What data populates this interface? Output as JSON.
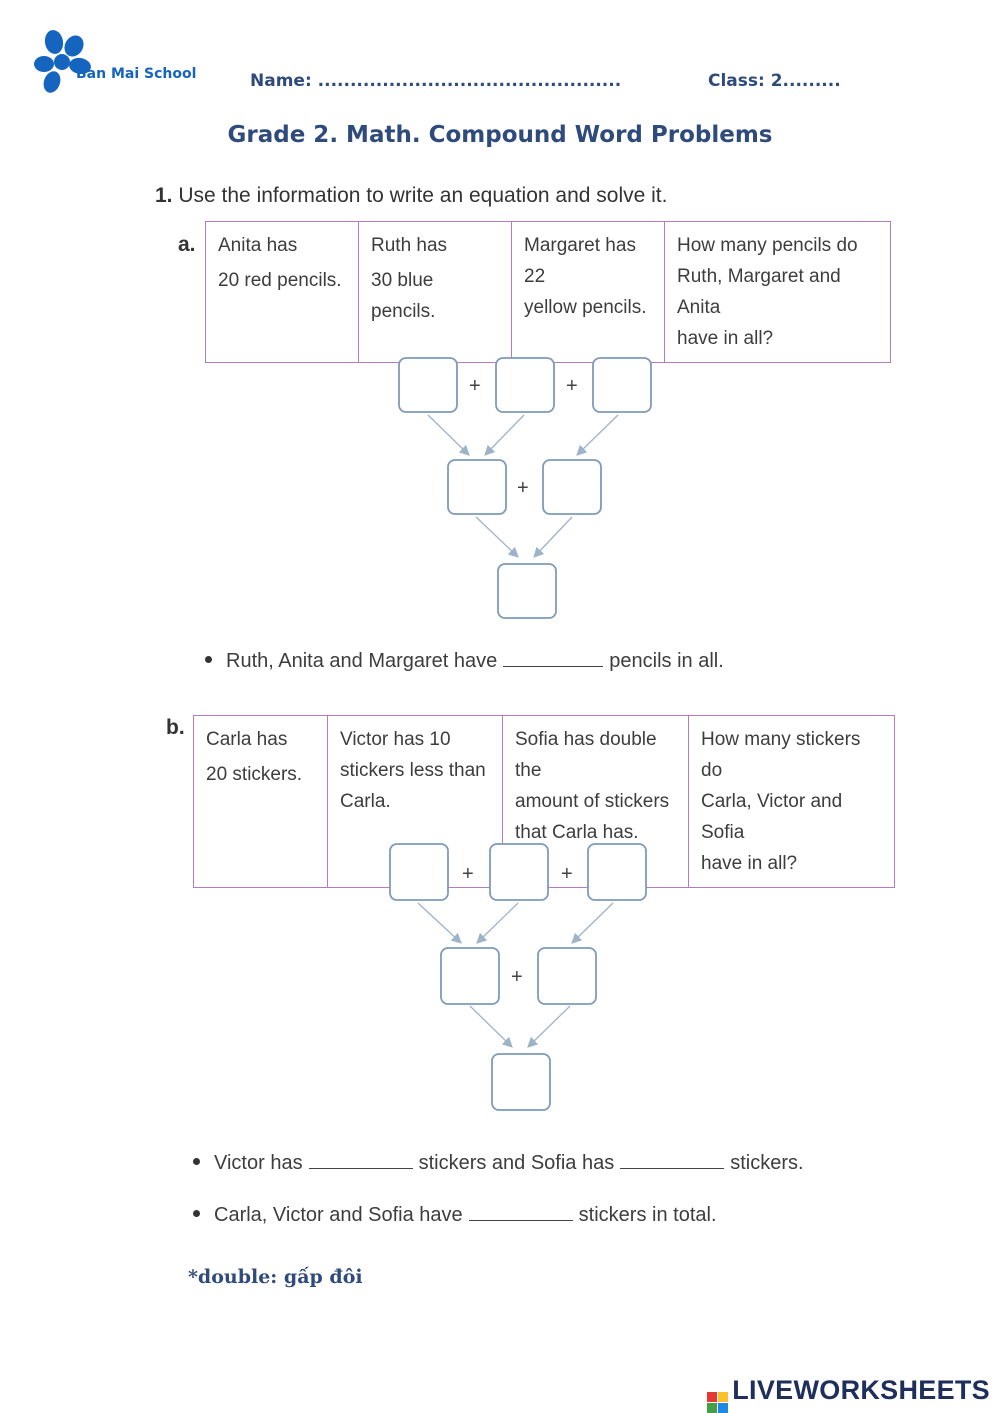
{
  "header": {
    "school_name": "Ban Mai School",
    "name_label": "Name: ...............................................",
    "class_label": "Class: 2........."
  },
  "title": "Grade 2. Math. Compound Word Problems",
  "question": {
    "number": "1.",
    "instruction": "Use the information to write an equation and solve it."
  },
  "part_a": {
    "label": "a.",
    "cells": [
      [
        "Anita has",
        "20 red pencils."
      ],
      [
        "Ruth has",
        "30 blue pencils."
      ],
      [
        "Margaret has 22",
        "yellow pencils."
      ],
      [
        "How many pencils do",
        "Ruth, Margaret and Anita",
        "have in all?"
      ]
    ],
    "plus": "+",
    "sentence_before": "Ruth, Anita and Margaret have",
    "sentence_after": "pencils in all."
  },
  "part_b": {
    "label": "b.",
    "cells": [
      [
        "Carla has",
        "20 stickers."
      ],
      [
        "Victor has 10",
        "stickers less than",
        "Carla."
      ],
      [
        "Sofia has double the",
        "amount of stickers",
        "that Carla has."
      ],
      [
        "How many stickers do",
        "Carla, Victor and Sofia",
        "have in all?"
      ]
    ],
    "plus": "+",
    "line1_a": "Victor has",
    "line1_b": "stickers and Sofia has",
    "line1_c": "stickers.",
    "line2_a": "Carla, Victor and Sofia have",
    "line2_b": "stickers in total."
  },
  "note": "*double: gấp đôi",
  "footer": {
    "brand": "LIVEWORKSHEETS"
  },
  "colors": {
    "header_blue": "#2f4b7c",
    "table_border": "#b47cc0",
    "box_border": "#7f9ab8",
    "arrow": "#9fb3c8"
  }
}
